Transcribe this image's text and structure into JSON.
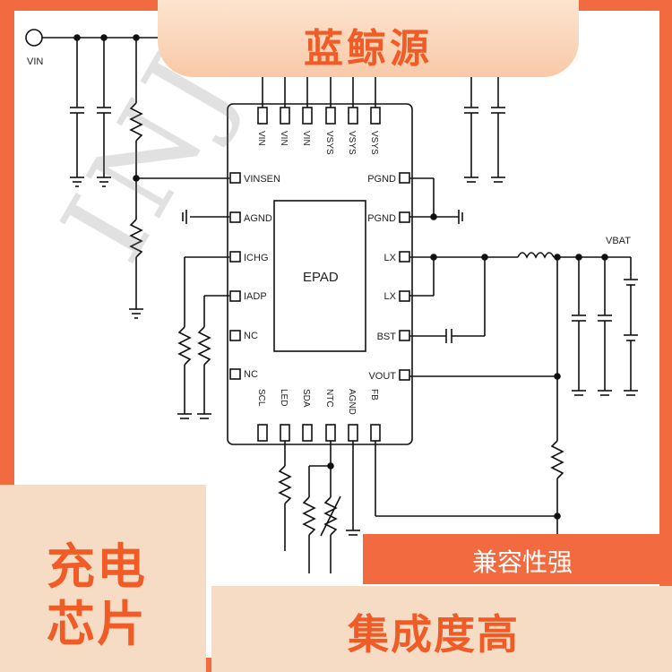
{
  "banner": {
    "title": "蓝鲸源"
  },
  "watermark": {
    "text": "INJOIN"
  },
  "badge_left": {
    "line1": "充电",
    "line2": "芯片"
  },
  "tags": {
    "compat": "兼容性强",
    "integration": "集成度高"
  },
  "schematic": {
    "vin_label": "VIN",
    "vbat_label": "VBAT",
    "epad_label": "EPAD",
    "top_pins": [
      "VIN",
      "VIN",
      "VIN",
      "VSYS",
      "VSYS",
      "VSYS"
    ],
    "left_pins": [
      "VINSEN",
      "AGND",
      "ICHG",
      "IADP",
      "NC",
      "NC"
    ],
    "right_pins": [
      "PGND",
      "PGND",
      "LX",
      "LX",
      "BST",
      "VOUT"
    ],
    "bottom_pins": [
      "SCL",
      "LED",
      "SDA",
      "NTC",
      "AGND",
      "FB"
    ]
  },
  "colors": {
    "accent": "#f26a3f",
    "soft": "#f6dcc4",
    "text_accent": "#f15b26"
  }
}
